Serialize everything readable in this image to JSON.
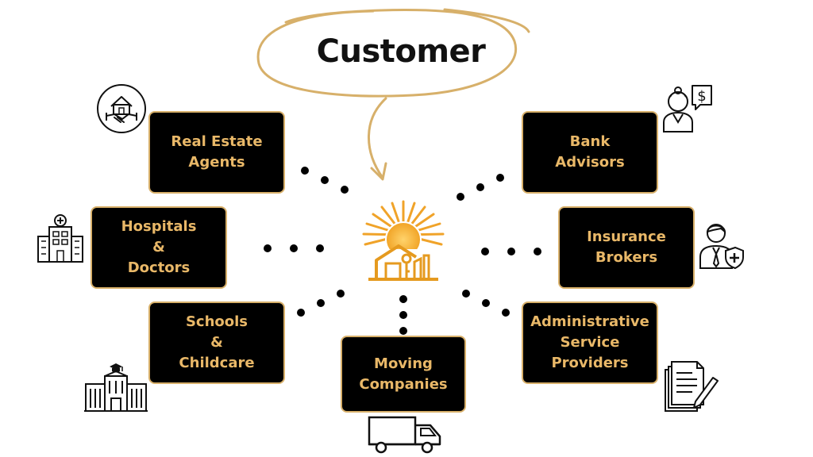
{
  "title": "Customer",
  "colors": {
    "box_fill": "#000000",
    "box_border": "#d8b06a",
    "box_text": "#e9b868",
    "ellipse": "#d7b06a"
  },
  "nodes": {
    "real_estate": [
      "Real Estate",
      "Agents"
    ],
    "hospitals": [
      "Hospitals",
      "&",
      "Doctors"
    ],
    "schools": [
      "Schools",
      "&",
      "Childcare"
    ],
    "moving": [
      "Moving",
      "Companies"
    ],
    "bank": [
      "Bank",
      "Advisors"
    ],
    "insurance": [
      "Insurance",
      "Brokers"
    ],
    "administrative": [
      "Administrative",
      "Service",
      "Providers"
    ]
  },
  "icons": {
    "center": "house-with-sun-icon",
    "real_estate": "house-handshake-icon",
    "hospitals": "hospital-building-icon",
    "schools": "school-building-icon",
    "moving": "moving-truck-icon",
    "bank": "bank-advisor-icon",
    "insurance": "insurance-broker-icon",
    "administrative": "documents-pen-icon"
  }
}
